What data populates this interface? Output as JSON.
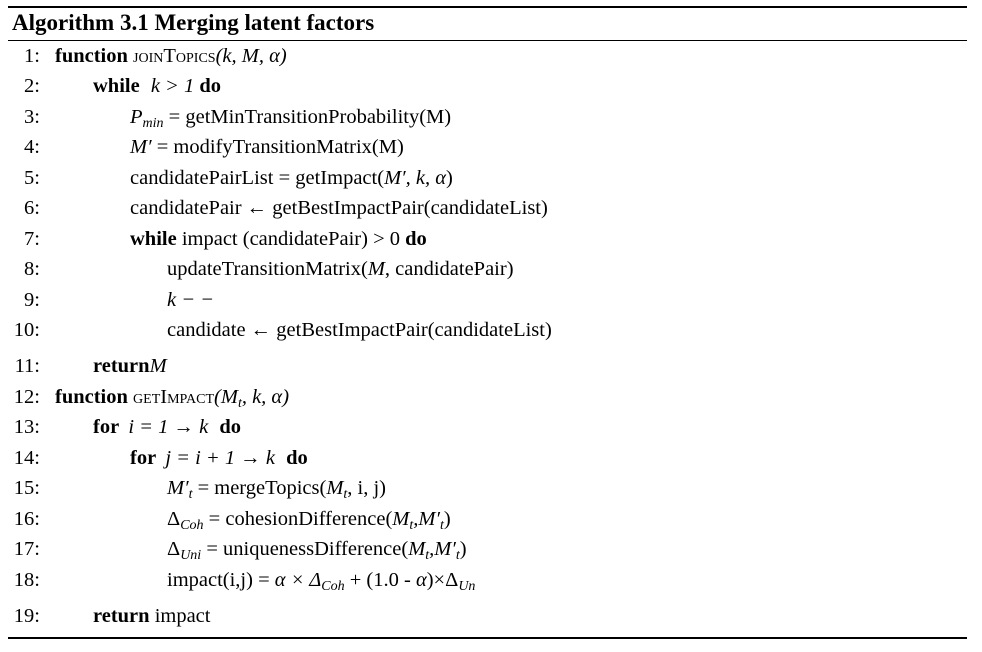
{
  "algorithm": {
    "title": "Algorithm 3.1 Merging latent factors",
    "lines": [
      {
        "num": "1:",
        "kw": "function",
        "name": "joinTopics",
        "args": "(k, M, α)"
      },
      {
        "num": "2:",
        "kw": "while",
        "cond": "k > 1",
        "kw2": "do"
      },
      {
        "num": "3:",
        "lhs": "P",
        "lhs_sub": "min",
        "rhs": " = getMinTransitionProbability(M)"
      },
      {
        "num": "4:",
        "lhs": "M′",
        "rhs": " = modifyTransitionMatrix(M)"
      },
      {
        "num": "5:",
        "text": "candidatePairList = getImpact(",
        "args": "M′, k, α",
        "close": ")"
      },
      {
        "num": "6:",
        "text": "candidatePair ← getBestImpactPair(candidateList)"
      },
      {
        "num": "7:",
        "kw": "while",
        "text": " impact (candidatePair) > 0 ",
        "kw2": "do"
      },
      {
        "num": "8:",
        "text": "updateTransitionMatrix(",
        "arg": "M",
        "rest": ", candidatePair)"
      },
      {
        "num": "9:",
        "text": "k − −"
      },
      {
        "num": "10:",
        "text": "candidate ← getBestImpactPair(candidateList)"
      },
      {
        "num": "11:",
        "kw": "return",
        "arg": "M"
      },
      {
        "num": "12:",
        "kw": "function",
        "name": "getImpact",
        "args_a": "(M",
        "args_sub": "t",
        "args_b": ", k, α)"
      },
      {
        "num": "13:",
        "kw": "for",
        "cond": "i = 1 → k",
        "kw2": "do"
      },
      {
        "num": "14:",
        "kw": "for",
        "cond": "j = i + 1 → k",
        "kw2": "do"
      },
      {
        "num": "15:",
        "lhs": "M′",
        "lhs_sub": "t",
        "rhs": " = mergeTopics(",
        "arg": "M",
        "arg_sub": "t",
        "rest": ", i, j)"
      },
      {
        "num": "16:",
        "lhs": "Δ",
        "lhs_sub": "Coh",
        "rhs": " = cohesionDifference(",
        "a1": "M",
        "a1_sub": "t",
        "a2": ",M′",
        "a2_sub": "t",
        "rest": ")"
      },
      {
        "num": "17:",
        "lhs": "Δ",
        "lhs_sub": "Uni",
        "rhs": " = uniquenessDifference(",
        "a1": "M",
        "a1_sub": "t",
        "a2": ",M′",
        "a2_sub": "t",
        "rest": ")"
      },
      {
        "num": "18:",
        "text": "impact(i,j) = ",
        "p1": "α × Δ",
        "p1_sub": "Coh",
        "p2": " + (1.0 - ",
        "p3": "α",
        "p4": ")×Δ",
        "p4_sub": "Un"
      },
      {
        "num": "19:",
        "kw": "return",
        "text": " impact"
      }
    ]
  }
}
